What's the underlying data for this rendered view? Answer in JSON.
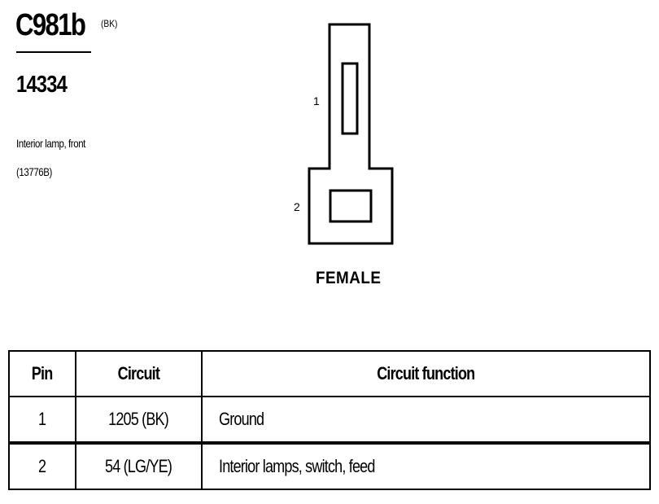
{
  "connector": {
    "id": "C981b",
    "color_code": "(BK)",
    "part_number": "14334",
    "description_line1": "Interior lamp, front",
    "description_line2": "(13776B)",
    "gender": "FEMALE",
    "pin_labels": [
      "1",
      "2"
    ]
  },
  "table": {
    "headers": {
      "pin": "Pin",
      "circuit": "Circuit",
      "function": "Circuit function"
    },
    "rows": [
      {
        "pin": "1",
        "circuit": "1205 (BK)",
        "function": "Ground"
      },
      {
        "pin": "2",
        "circuit": "54 (LG/YE)",
        "function": "Interior lamps, switch, feed"
      }
    ]
  }
}
